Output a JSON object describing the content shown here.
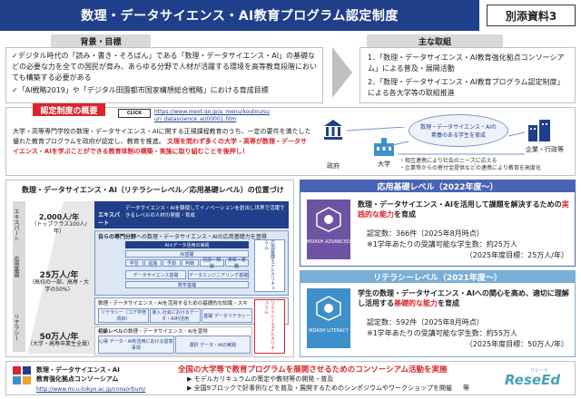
{
  "header": {
    "title": "数理・データサイエンス・AI教育プログラム認定制度",
    "badge": "別添資料3"
  },
  "background": {
    "heading": "背景・目標",
    "bullet1": "✓デジタル時代の「読み・書き・そろばん」である「数理・データサイエンス・AI」の基礎などの必要な力を全ての国民が育み、あらゆる分野で人材が活躍する環境を高等教育段階においても構築する必要がある",
    "bullet2": "✓「AI戦略2019」や「デジタル田園都市国家構想総合戦略」における育成目標"
  },
  "main_effort": {
    "heading": "主な取組",
    "item1": "1．「数理・データサイエンス・AI教育強化拠点コンソーシアム」による普及・展開活動",
    "item2": "2．「数理・データサイエンス・AI教育プログラム認定制度」による各大学等の取組推進"
  },
  "overview": {
    "heading": "認定制度の概要",
    "click_label": "CLICK",
    "url": "https://www.mext.go.jp/a_menu/koutou/suuri_datascience_ai/00001.htm",
    "line1": "大学・高等専門学校の数理・データサイエンス・AIに関する正規課程教育のうち、一定の要件を満たした優れた教育プログラムを政府が認定し、教育を推進。",
    "line2": "文理を問わず多くの大学・高専が数理・データサイエンス・AIを学ぶことができる教育体制の構築・実施に取り組むことを後押し！"
  },
  "diagram": {
    "center_label": "数理・データサイエンス・AIの素養のある学生を育成",
    "gov": "政府",
    "univ": "大学",
    "corp": "企業・行政等",
    "note1": "・相互連携により社会のニーズに応える",
    "note2": "・企業等からの寄付金提供などの連携により教育を高度化"
  },
  "pyramid": {
    "title": "数理・データサイエンス・AI（リテラシーレベル／応用基礎レベル）の位置づけ",
    "tier_top_count": "2,000人/年",
    "tier_top_note": "（トップクラス100人/年）",
    "tier_mid_count": "25万人/年",
    "tier_mid_note": "（高校の一部、高専・大学の50%）",
    "tier_bot_count": "50万人/年",
    "tier_bot_note": "（大学・高専卒業生全員）",
    "side_expert": "エキスパート",
    "side_applied": "応用基礎",
    "side_literacy": "リテラシー",
    "expert_label": "エキスパート",
    "expert_desc": "データサイエンス・AIを駆使してイノベーションを創出し世界で活躍できるレベルの人材の発掘・育成",
    "own_field": "自らの専門分野",
    "own_field_desc": "への数理・データサイエンス・AIの応用基礎力を習得",
    "ai_core": "AI×データ活用の実践",
    "ai_basic": "AI基礎",
    "ds_basic": "データサイエンス基礎",
    "de_basic": "データエンジニアリング基礎",
    "math_basic": "数学基礎",
    "literacy_desc": "数理・データサイエンス・AIを活用するための基礎的な知識・スキル",
    "beginner": "初級レベル",
    "beginner_desc": "の数理・データサイエンス・AIを習得",
    "applied_vertical": "応用基礎モデルカリキュラム",
    "literacy_vertical": "リテラシーモデルカリキュラム",
    "cells_top": [
      "学習",
      "認識",
      "予測",
      "判断",
      "言語・知識",
      "身体・運動"
    ],
    "cells_bottom": [
      "リテラシー（コア学修項目）",
      "導入 社会におけるデータ・AI利活用",
      "基礎 データリテラシー",
      "心得 データ・AI利活用における留意事項",
      "選択 データ・AIの実践"
    ]
  },
  "applied_level": {
    "heading": "応用基礎レベル（2022年度～）",
    "logo": "MDASH ADVANCED",
    "desc_prefix": "数理・データサイエンス・AIを活用して課題を解決するための",
    "desc_highlight": "実践的な能力",
    "desc_suffix": "を育成",
    "count": "認定数：366件（2025年8月時点）",
    "students": "※1学年あたりの受講可能な学生数：約25万人",
    "target": "（2025年度目標：25万人/年）"
  },
  "literacy_level": {
    "heading": "リテラシーレベル（2021年度～）",
    "logo": "MDASH LITERACY",
    "desc_prefix": "学生の数理・データサイエンス・AIへの関心を高め、適切に理解し活用する",
    "desc_highlight": "基礎的な能力",
    "desc_suffix": "を育成",
    "count": "認定数：592件（2025年8月時点）",
    "students": "※1学年あたりの受講可能な学生数：約55万人",
    "target": "（2025年度目標：50万人/年）"
  },
  "footer": {
    "consortium1": "数理・データサイエンス・AI",
    "consortium2": "教育強化拠点コンソーシアム",
    "consortium_url": "http://www.mi.u-tokyo.ac.jp/consortium/",
    "headline": "全国の大学等で教育プログラムを展開させるためのコンソーシアム活動を実施",
    "bullet1": "▶ モデルカリキュラムの策定や教材等の開発・普及",
    "bullet2": "▶ 全国9ブロックで好事例などを普及・展開するためのシンポジウムやワークショップを開催",
    "etc": "等",
    "watermark": "ReseEd",
    "watermark_sub": "リシード"
  },
  "colors": {
    "navy": "#1f3f8a",
    "red": "#d9262c",
    "applied_head": "#4a64b5",
    "literacy_head": "#7aaed6",
    "logo_purple": "#6f53a3",
    "logo_blue": "#3f8fca"
  }
}
